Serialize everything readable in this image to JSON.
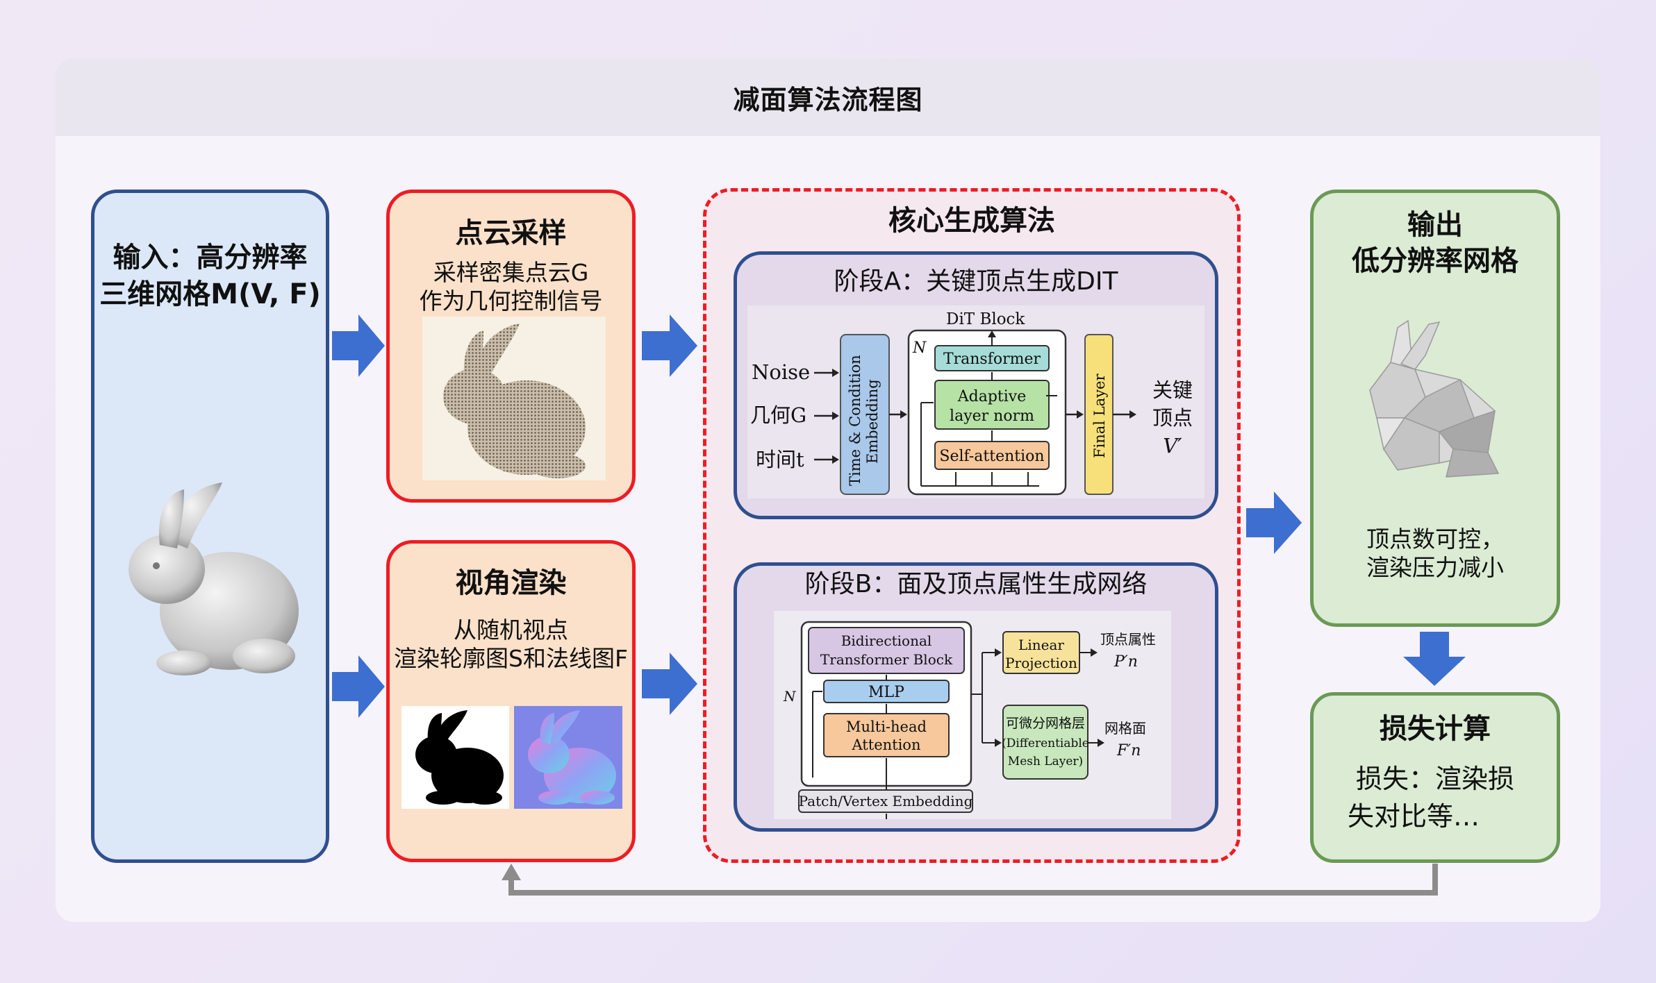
{
  "header": {
    "title": "减面算法流程图"
  },
  "input_box": {
    "line1": "输入：高分辨率",
    "line2": "三维网格M(V, F)"
  },
  "sample_box": {
    "title": "点云采样",
    "line1": "采样密集点云G",
    "line2": "作为几何控制信号"
  },
  "render_box": {
    "title": "视角渲染",
    "line1": "从随机视点",
    "line2": "渲染轮廓图S和法线图F"
  },
  "core_box": {
    "title": "核心生成算法"
  },
  "stage_a": {
    "title": "阶段A：关键顶点生成DIT",
    "block_label": "DiT Block",
    "n_label": "N",
    "inputs": [
      "Noise",
      "几何G",
      "时间t"
    ],
    "embed_line1": "Time & Condition",
    "embed_line2": "Embedding",
    "transformer": "Transformer",
    "adaptive_line1": "Adaptive",
    "adaptive_line2": "layer norm",
    "self_attention": "Self-attention",
    "final_layer": "Final Layer",
    "out_line1": "关键",
    "out_line2": "顶点",
    "out_line3": "V′"
  },
  "stage_b": {
    "title": "阶段B：面及顶点属性生成网络",
    "bidir_line1": "Bidirectional",
    "bidir_line2": "Transformer Block",
    "mlp": "MLP",
    "n_label": "N",
    "mha_line1": "Multi-head",
    "mha_line2": "Attention",
    "patch_embed": "Patch/Vertex Embedding",
    "linear_line1": "Linear",
    "linear_line2": "Projection",
    "attr_line1": "顶点属性",
    "attr_line2": "P′n",
    "mesh_line1": "可微分网格层",
    "mesh_line2": "(Differentiable",
    "mesh_line3": "Mesh Layer)",
    "face_line1": "网格面",
    "face_line2": "F′n"
  },
  "output_box": {
    "line1": "输出",
    "line2": "低分辨率网格",
    "desc1": "顶点数可控，",
    "desc2": "渲染压力减小"
  },
  "loss_box": {
    "title": "损失计算",
    "line1": "损失：渲染损",
    "line2": "失对比等…"
  },
  "colors": {
    "arrow": "#3d6fd0",
    "feedback": "#8c8c8c",
    "red_border": "#ee1c24",
    "blue_border": "#2f4f8f",
    "green_border": "#6a9a55"
  }
}
